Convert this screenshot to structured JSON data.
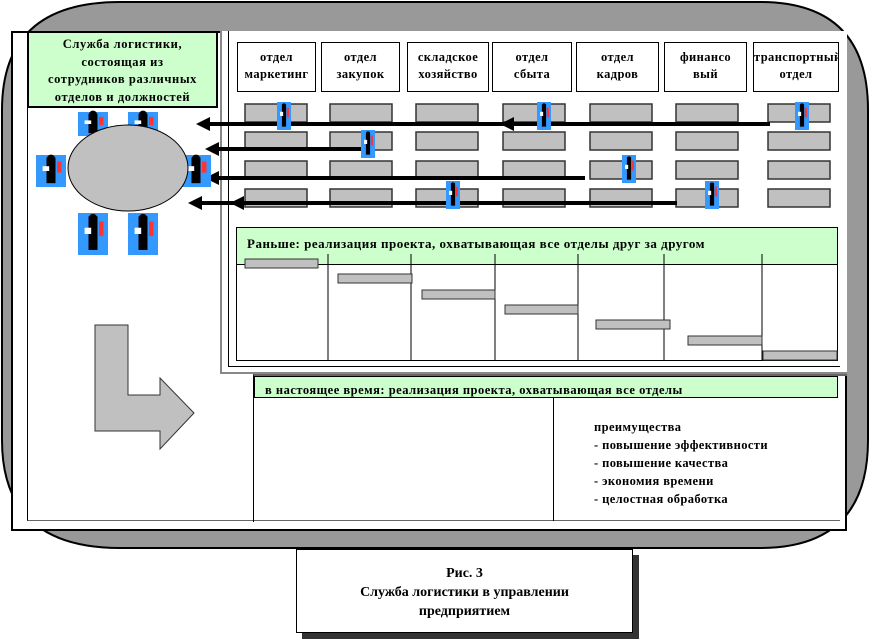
{
  "logistics_box": {
    "lines": [
      "Служба логистики,",
      "состоящая из",
      "сотрудников различных",
      "отделов и должностей"
    ]
  },
  "departments": [
    {
      "line1": "отдел",
      "line2": "маркетинг"
    },
    {
      "line1": "отдел",
      "line2": "закупок"
    },
    {
      "line1": "складское",
      "line2": "хозяйство"
    },
    {
      "line1": "отдел",
      "line2": "сбыта"
    },
    {
      "line1": "отдел",
      "line2": "кадров"
    },
    {
      "line1": "финансо",
      "line2": "вый"
    },
    {
      "line1": "транспортный",
      "line2": "отдел"
    }
  ],
  "before_section": {
    "title": "Раньше: реализация проекта, охватывающая все отделы друг за другом",
    "steps": 7
  },
  "now_section": {
    "title": "в настоящее время: реализация проекта, охватывающая все отделы",
    "advantages_title": "преимущества",
    "advantages": [
      "- повышение эффективности",
      "- повышение качества",
      "- экономия времени",
      "- целостная обработка"
    ]
  },
  "caption": {
    "line1": "Рис. 3",
    "line2": "Служба логистики в управлении",
    "line3": "предприятием"
  },
  "colors": {
    "frame_gray": "#999999",
    "panel_green": "#ccffcc",
    "bar_gray": "#c0c0c0",
    "person_bg": "#3399ff",
    "person_accent": "#ff3333"
  }
}
